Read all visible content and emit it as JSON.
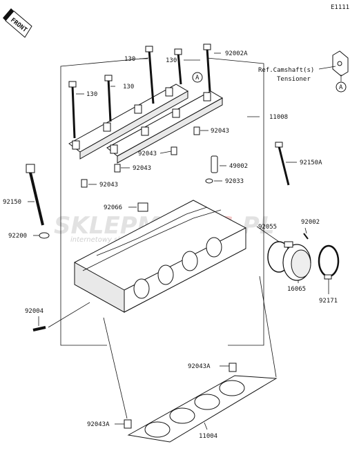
{
  "diagram_code": "E1111",
  "front_label": "FRONT",
  "ref_text_line1": "Ref.Camshaft(s)",
  "ref_text_line2": "Tensioner",
  "callout_a": "A",
  "watermark": {
    "prefix": "SKLEP",
    "middle": "MOTO",
    "accent": "S",
    "suffix": ".PL",
    "subtitle": "internetowy sklep motocyklowy"
  },
  "parts": [
    {
      "id": "p130a",
      "number": "130"
    },
    {
      "id": "p130b",
      "number": "130"
    },
    {
      "id": "p92002A",
      "number": "92002A"
    },
    {
      "id": "p130c",
      "number": "130"
    },
    {
      "id": "p130d",
      "number": "130"
    },
    {
      "id": "p11008",
      "number": "11008"
    },
    {
      "id": "p92043a",
      "number": "92043"
    },
    {
      "id": "p92043b",
      "number": "92043"
    },
    {
      "id": "p92043c",
      "number": "92043"
    },
    {
      "id": "p92043d",
      "number": "92043"
    },
    {
      "id": "p49002",
      "number": "49002"
    },
    {
      "id": "p92150A",
      "number": "92150A"
    },
    {
      "id": "p92033",
      "number": "92033"
    },
    {
      "id": "p92150",
      "number": "92150"
    },
    {
      "id": "p92066",
      "number": "92066"
    },
    {
      "id": "p92055",
      "number": "92055"
    },
    {
      "id": "p92002",
      "number": "92002"
    },
    {
      "id": "p92200",
      "number": "92200"
    },
    {
      "id": "p16065",
      "number": "16065"
    },
    {
      "id": "p92171",
      "number": "92171"
    },
    {
      "id": "p92004",
      "number": "92004"
    },
    {
      "id": "p92043A1",
      "number": "92043A"
    },
    {
      "id": "p92043A2",
      "number": "92043A"
    },
    {
      "id": "p11004",
      "number": "11004"
    }
  ]
}
